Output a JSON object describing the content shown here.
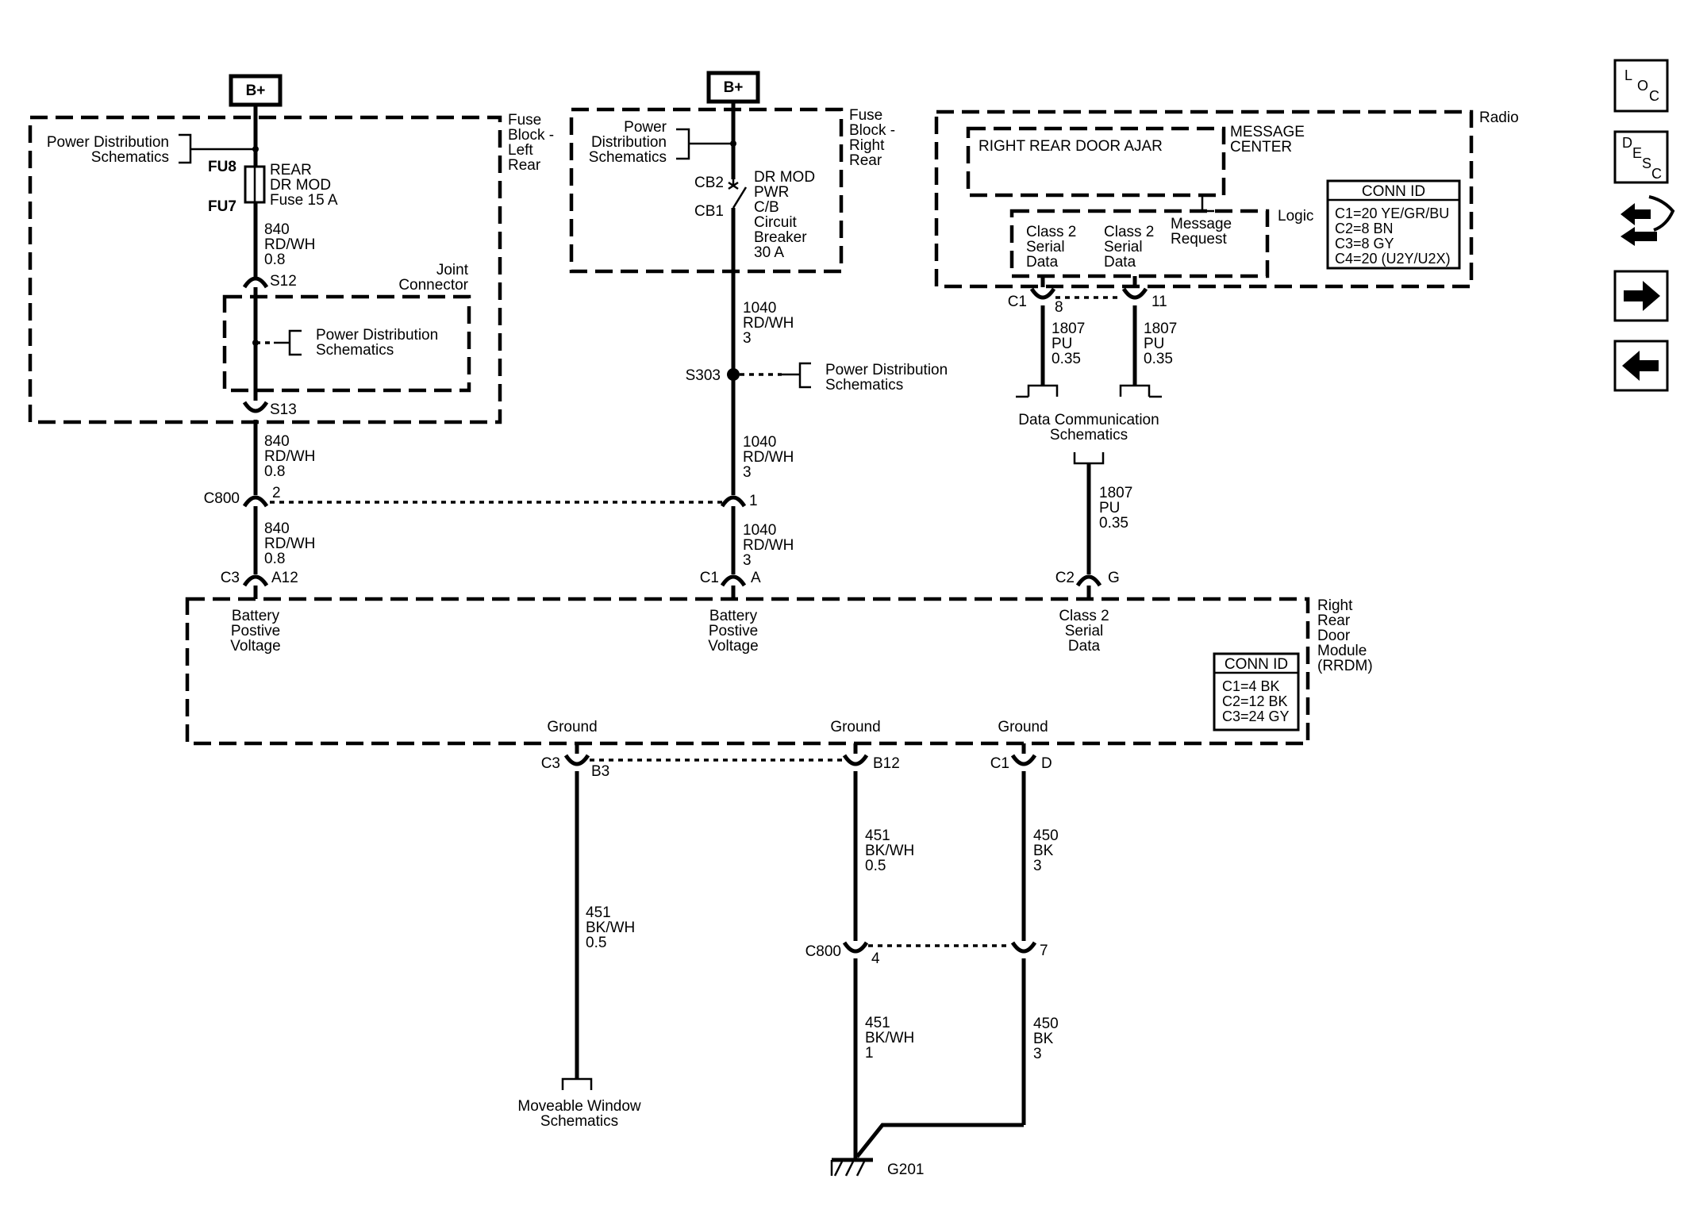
{
  "power": {
    "bplus_left": "B+",
    "bplus_mid": "B+"
  },
  "fuse_block_left": {
    "title": [
      "Fuse",
      "Block -",
      "Left",
      "Rear"
    ],
    "pds_label": [
      "Power Distribution",
      "Schematics"
    ],
    "fu8": "FU8",
    "fu7": "FU7",
    "fuse_label": [
      "REAR",
      "DR MOD",
      "Fuse 15 A"
    ],
    "wire1": [
      "840",
      "RD/WH",
      "0.8"
    ],
    "s12": "S12",
    "s13": "S13",
    "joint_connector": [
      "Joint",
      "Connector"
    ],
    "joint_pds": [
      "Power Distribution",
      "Schematics"
    ]
  },
  "fuse_block_right": {
    "title": [
      "Fuse",
      "Block -",
      "Right",
      "Rear"
    ],
    "pds_label": [
      "Power",
      "Distribution",
      "Schematics"
    ],
    "cb2": "CB2",
    "cb1": "CB1",
    "breaker_label": [
      "DR MOD",
      "PWR",
      "C/B",
      "Circuit",
      "Breaker",
      "30 A"
    ]
  },
  "radio": {
    "title": "Radio",
    "message_center": [
      "MESSAGE",
      "CENTER"
    ],
    "display_text": "RIGHT REAR DOOR AJAR",
    "logic": "Logic",
    "class2_a": [
      "Class 2",
      "Serial",
      "Data"
    ],
    "class2_b": [
      "Class 2",
      "Serial",
      "Data"
    ],
    "message_request": [
      "Message",
      "Request"
    ],
    "conn_id_title": "CONN ID",
    "conn_ids": [
      "C1=20 YE/GR/BU",
      "C2=8 BN",
      "C3=8 GY",
      "C4=20 (U2Y/U2X)"
    ],
    "c1": "C1",
    "pin8": "8",
    "pin11": "11"
  },
  "wires": {
    "w840_mid": [
      "840",
      "RD/WH",
      "0.8"
    ],
    "w840_low": [
      "840",
      "RD/WH",
      "0.8"
    ],
    "w1040_top": [
      "1040",
      "RD/WH",
      "3"
    ],
    "w1040_mid": [
      "1040",
      "RD/WH",
      "3"
    ],
    "w1040_low": [
      "1040",
      "RD/WH",
      "3"
    ],
    "s303": "S303",
    "s303_pds": [
      "Power Distribution",
      "Schematics"
    ],
    "w1807_a": [
      "1807",
      "PU",
      "0.35"
    ],
    "w1807_b": [
      "1807",
      "PU",
      "0.35"
    ],
    "w1807_c": [
      "1807",
      "PU",
      "0.35"
    ],
    "data_comm": [
      "Data Communication",
      "Schematics"
    ],
    "c800": "C800",
    "c800_pin2": "2",
    "c800_pin1": "1"
  },
  "rrdm": {
    "title": [
      "Right",
      "Rear",
      "Door",
      "Module",
      "(RRDM)"
    ],
    "conn_id_title": "CONN ID",
    "conn_ids": [
      "C1=4 BK",
      "C2=12 BK",
      "C3=24 GY"
    ],
    "c3_top": "C3",
    "a12": "A12",
    "c1_top": "C1",
    "a": "A",
    "c2_top": "C2",
    "g": "G",
    "batt1": [
      "Battery",
      "Postive",
      "Voltage"
    ],
    "batt2": [
      "Battery",
      "Postive",
      "Voltage"
    ],
    "class2": [
      "Class 2",
      "Serial",
      "Data"
    ],
    "ground1": "Ground",
    "ground2": "Ground",
    "ground3": "Ground",
    "c3_bot": "C3",
    "b3": "B3",
    "b12": "B12",
    "c1_bot": "C1",
    "d": "D"
  },
  "ground_wires": {
    "w451_left": [
      "451",
      "BK/WH",
      "0.5"
    ],
    "w451_mid": [
      "451",
      "BK/WH",
      "0.5"
    ],
    "w450_upper": [
      "450",
      "BK",
      "3"
    ],
    "c800_low": "C800",
    "pin4": "4",
    "pin7": "7",
    "w451_low": [
      "451",
      "BK/WH",
      "1"
    ],
    "w450_low": [
      "450",
      "BK",
      "3"
    ],
    "moveable": [
      "Moveable Window",
      "Schematics"
    ],
    "g201": "G201"
  },
  "nav": {
    "loc": [
      "L",
      "O",
      "C"
    ],
    "desc": [
      "D",
      "E",
      "S",
      "C"
    ]
  }
}
